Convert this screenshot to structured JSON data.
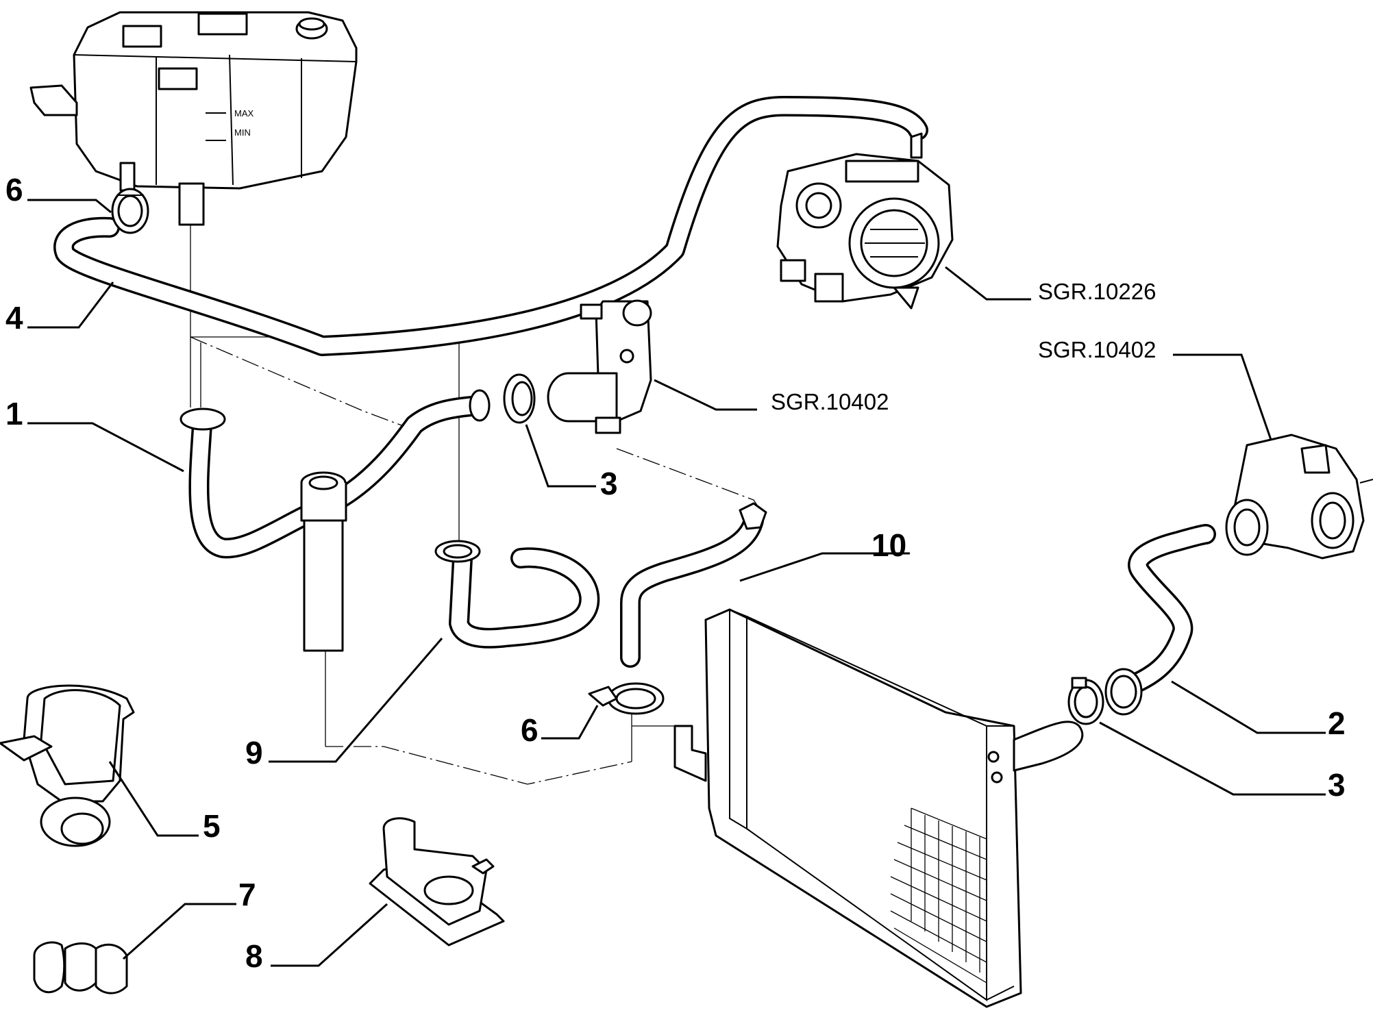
{
  "callouts": {
    "c1": "1",
    "c2": "2",
    "c3_top": "3",
    "c3_right": "3",
    "c4": "4",
    "c5": "5",
    "c6_top": "6",
    "c6_mid": "6",
    "c7": "7",
    "c8": "8",
    "c9": "9",
    "c10": "10"
  },
  "refs": {
    "throttle_body": "SGR.10226",
    "thermostat_upper": "SGR.10402",
    "thermostat_right": "SGR.10402"
  },
  "tank_marks": {
    "max": "MAX",
    "min": "MIN"
  },
  "colors": {
    "line": "#000000",
    "background": "#ffffff"
  }
}
